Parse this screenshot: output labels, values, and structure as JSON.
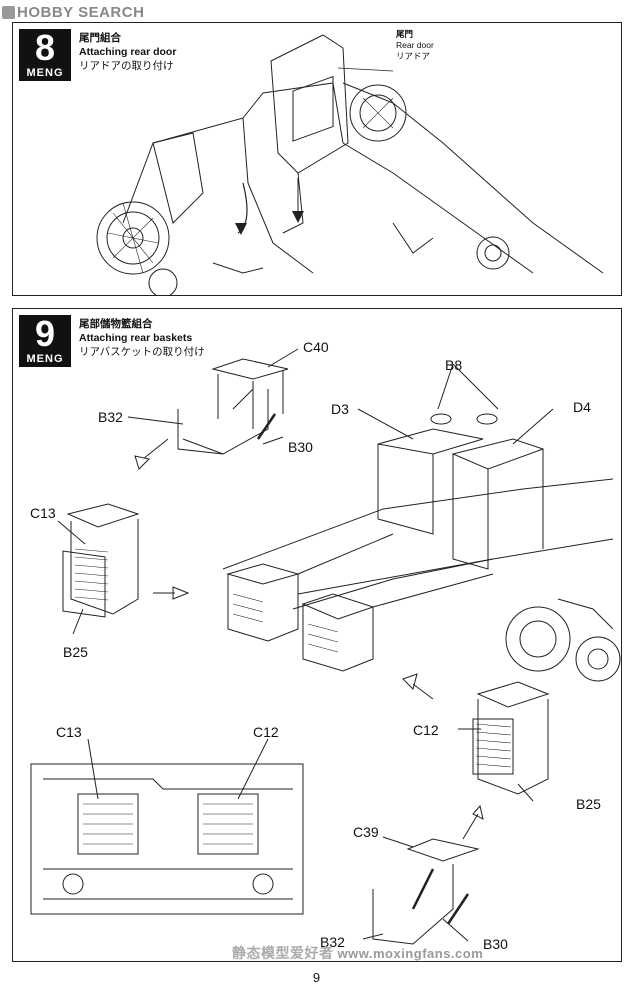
{
  "watermark_top": "HOBBY SEARCH",
  "watermark_bottom": {
    "cn": "静态模型爱好者",
    "url": "www.moxingfans.com"
  },
  "steps": [
    {
      "number": "8",
      "brand": "MENG",
      "title_cn": "尾門組合",
      "title_en": "Attaching rear door",
      "title_jp": "リアドアの取り付け",
      "callout": {
        "cn": "尾門",
        "en": "Rear door",
        "jp": "リアドア"
      }
    },
    {
      "number": "9",
      "brand": "MENG",
      "title_cn": "尾部儲物籃組合",
      "title_en": "Attaching rear baskets",
      "title_jp": "リアバスケットの取り付け",
      "labels": {
        "c40": "C40",
        "b32_top": "B32",
        "b30_top": "B30",
        "b8": "B8",
        "d3": "D3",
        "d4": "D4",
        "c13_top": "C13",
        "b25_left": "B25",
        "c13_photo": "C13",
        "c12_photo": "C12",
        "c12_right": "C12",
        "b25_right": "B25",
        "c39": "C39",
        "b32_bottom": "B32",
        "b30_bottom": "B30"
      }
    }
  ],
  "page_number": "9"
}
